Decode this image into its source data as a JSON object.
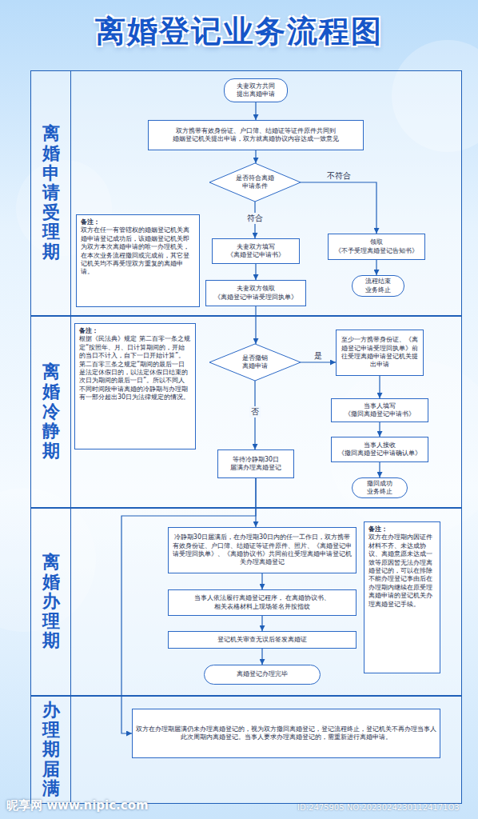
{
  "diagram": {
    "title": "离婚登记业务流程图",
    "nodes": [
      {
        "text": [
          "离婚申请受理期"
        ]
      },
      {
        "text": [
          "夫妻双方共同 提出离婚申请"
        ],
        "in": 0
      },
      {
        "text": [
          "双方携带有效身份证、户口簿、结婚证等证件原件共同到 婚姻登记机关提出申请，双方就离婚协议内容达成一致意见"
        ],
        "in": 0
      },
      {
        "text": [
          "是否符合离婚 申请条件"
        ],
        "in": 0
      },
      {
        "text": [
          "夫妻双方填写 《离婚登记申请书》"
        ],
        "in": 0
      },
      {
        "text": [
          "夫妻双方领取 《离婚登记申请受理回执单》"
        ],
        "in": 0
      },
      {
        "text": [
          "领取 《不予受理离婚登记告知书》"
        ],
        "in": 0
      },
      {
        "text": [
          "流程结束 业务终止"
        ],
        "in": 0
      },
      {
        "text": [
          "备注：",
          "双方在任一有管辖权的婚姻登记机关离婚申请登记成功后，该婚姻登记机关即为双方本次离婚申请的唯一办理机关，在本次业务流程撤回或完成前，其它登记机关均不再受理双方重复的离婚申请。"
        ],
        "in": 0
      },
      {
        "text": [
          "离婚冷静期"
        ]
      },
      {
        "text": [
          "备注：",
          "根据《民法典》规定 第二百零一条之规定“按照年、月、日计算期间的，开始的当日不计入，自下一日开始计算”。第二百零三条之规定“期间的最后一日是法定休假日的，以法定休假日结束的次日为期间的最后一日”。所以不同人不同时间段申请离婚的冷静期与办理期有一部分超出30日为法律规定的情况。"
        ],
        "in": 9
      },
      {
        "text": [
          "是否撤销 离婚申请"
        ],
        "in": 9
      },
      {
        "text": [
          "至少一方携带身份证、《离婚登记申请受理回执单》前往受理离婚申请登记机关提出申请"
        ],
        "in": 9
      },
      {
        "text": [
          "当事人填写 《撤回离婚登记申请书》"
        ],
        "in": 9
      },
      {
        "text": [
          "当事人接收 《撤回离婚登记申请确认单》"
        ],
        "in": 9
      },
      {
        "text": [
          "撤回成功 业务终止"
        ],
        "in": 9
      },
      {
        "text": [
          "等待冷静期30日 届满办理离婚登记"
        ],
        "in": 9
      },
      {
        "text": [
          "离婚办理期"
        ]
      },
      {
        "text": [
          "冷静期30日届满后，在办理期30日内的任一工作日，双方携带有效身份证、户口簿、结婚证等证件原件、照片、《离婚登记申请受理回执单》、《离婚协议书》共同前往受理离婚申请登记机关办理离婚登记"
        ],
        "in": 17
      },
      {
        "text": [
          "当事人依法履行离婚登记程序， 在离婚协议书、相关表格材料上现场签名并按指纹"
        ],
        "in": 17
      },
      {
        "text": [
          "登记机关审查无误后签发离婚证"
        ],
        "in": 17
      },
      {
        "text": [
          "离婚登记办理完毕"
        ],
        "in": 17
      },
      {
        "text": [
          "备注：",
          "双方在办理期内因证件材料不齐、未达成协议、离婚意愿未达成一致等原因暂无法办理离婚登记的，可以在排除不能办理登记事由后在办理期内继续在原受理离婚申请的登记机关办理离婚登记手续。"
        ],
        "in": 17
      },
      {
        "text": [
          "办理期届满"
        ]
      },
      {
        "text": [
          "双方在办理期届满仍未办理离婚登记的，视为双方撤回离婚登记，登记流程终止，登记机关不再办理当事人此次周期内离婚登记。当事人要求办理离婚登记的，需重新进行离婚申请。"
        ],
        "in": 23
      }
    ],
    "edges": [
      {
        "from": 1,
        "to": 2,
        "arrow": "to"
      },
      {
        "from": 2,
        "to": 3,
        "arrow": "to"
      },
      {
        "from": 3,
        "to": 4,
        "label": "符合",
        "arrow": "to"
      },
      {
        "from": 3,
        "to": 6,
        "label": "不符合",
        "arrow": "to"
      },
      {
        "from": 4,
        "to": 5,
        "arrow": "to"
      },
      {
        "from": 6,
        "to": 7,
        "arrow": "to"
      },
      {
        "from": 5,
        "to": 11,
        "arrow": "to"
      },
      {
        "from": 11,
        "to": 12,
        "label": "是",
        "arrow": "to"
      },
      {
        "from": 12,
        "to": 13,
        "arrow": "to"
      },
      {
        "from": 13,
        "to": 14,
        "arrow": "to"
      },
      {
        "from": 14,
        "to": 15,
        "arrow": "to"
      },
      {
        "from": 11,
        "to": 16,
        "label": "否",
        "arrow": "to"
      },
      {
        "from": 16,
        "to": 18,
        "arrow": "to"
      },
      {
        "from": 16,
        "to": 24,
        "arrow": "to"
      },
      {
        "from": 18,
        "to": 19,
        "arrow": "to"
      },
      {
        "from": 19,
        "to": 20,
        "arrow": "to"
      },
      {
        "from": 20,
        "to": 21,
        "arrow": "to"
      }
    ],
    "labels": [
      "昵享网 www.nipic.com",
      "ID:2475905 NO:20230242301124171O3"
    ]
  }
}
